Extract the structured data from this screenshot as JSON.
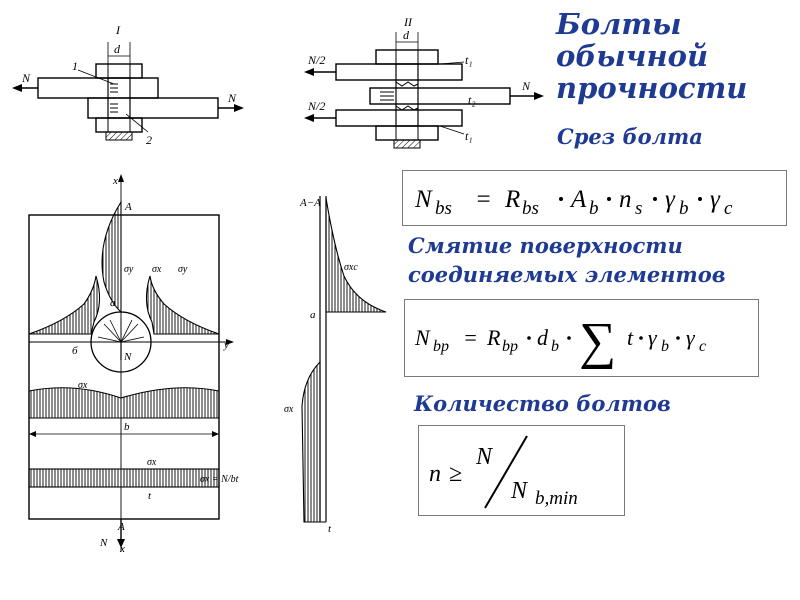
{
  "title_lines": [
    "Болты",
    "обычной",
    "прочности"
  ],
  "headings": {
    "shear": "Срез болта",
    "bearing_line1": "Смятие поверхности",
    "bearing_line2": "соединяемых элементов",
    "count": "Количество болтов"
  },
  "formulas": {
    "shear": {
      "lhs": "N",
      "lhs_sub": "bs",
      "eq": "=",
      "r": "R",
      "r_sub": "bs",
      "a": "A",
      "a_sub": "b",
      "n": "n",
      "n_sub": "s",
      "gb": "γ",
      "gb_sub": "b",
      "gc": "γ",
      "gc_sub": "c"
    },
    "bearing": {
      "lhs": "N",
      "lhs_sub": "bp",
      "eq": "=",
      "r": "R",
      "r_sub": "bp",
      "d": "d",
      "d_sub": "b",
      "sum": "∑",
      "t": "t",
      "gb": "γ",
      "gb_sub": "b",
      "gc": "γ",
      "gc_sub": "c"
    },
    "count": {
      "n": "n",
      "ge": "≥",
      "num": "N",
      "den": "N",
      "den_sub": "b,min"
    }
  },
  "diagram_labels": {
    "single_shear": {
      "section": "I",
      "d": "d",
      "n_left": "N",
      "n_right": "N",
      "mark1": "1",
      "mark2": "2"
    },
    "double_shear": {
      "section": "II",
      "d": "d",
      "n_half_top": "N/2",
      "n_half_bottom": "N/2",
      "n_right": "N",
      "t1_top": "t₁",
      "t2": "t₂",
      "t1_bottom": "t₁"
    },
    "plate": {
      "x_top": "x",
      "a_top": "A",
      "sigma_y_left": "σy",
      "sigma_x": "σx",
      "sigma_y_right": "σy",
      "a_point": "a",
      "b_point": "б",
      "y_axis": "y",
      "n_force": "N",
      "sigma_x_mid": "σx",
      "b_width": "b",
      "sigma_x_low": "σx",
      "sigma_formula": "σx = N/bt",
      "t": "t",
      "a_bottom": "A",
      "n_bottom": "N",
      "x_bottom": "x"
    },
    "section_aa": {
      "title": "A−A",
      "sigma_xc": "σxc",
      "a_point": "a",
      "sigma_x": "σx",
      "t": "t"
    }
  }
}
